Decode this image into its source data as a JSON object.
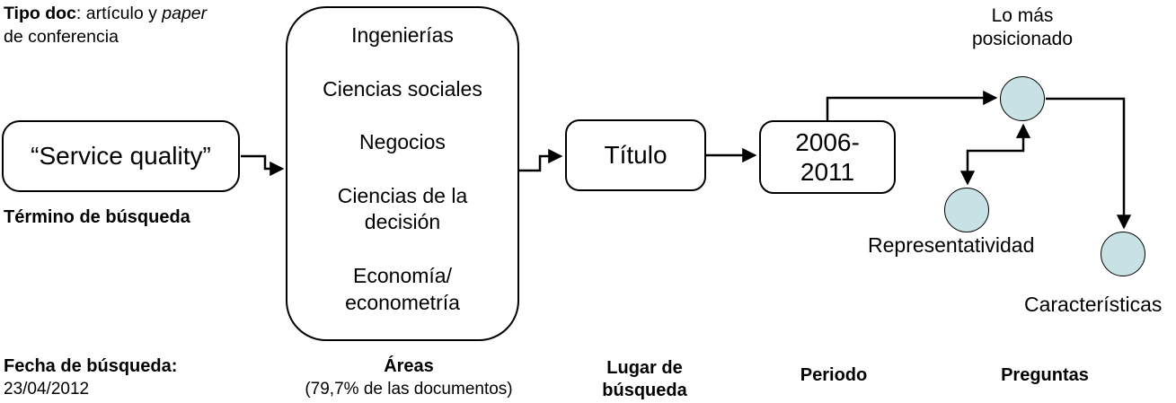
{
  "colors": {
    "circle_fill": "#c8e1e4",
    "stroke": "#000000",
    "background": "#ffffff"
  },
  "note": {
    "part_bold": "Tipo doc",
    "part_regular": ": artículo y ",
    "part_italic": "paper",
    "line2": "de conferencia"
  },
  "search_term": {
    "box_text": "“Service quality”",
    "label": "Término de búsqueda"
  },
  "areas": {
    "items": [
      "Ingenierías",
      "Ciencias sociales",
      "Negocios",
      "Ciencias de la\ndecisión",
      "Economía/\neconometría"
    ]
  },
  "titulo": {
    "box_text": "Título"
  },
  "period": {
    "box_text": "2006-\n2011"
  },
  "questions": {
    "lo_mas": "Lo más\nposicionado",
    "representatividad": "Representatividad",
    "caracteristicas": "Características"
  },
  "footer": {
    "fecha_label": "Fecha de búsqueda:",
    "fecha_value": "23/04/2012",
    "areas_title": "Áreas",
    "areas_subtitle": "(79,7% de las documentos)",
    "lugar": "Lugar de\nbúsqueda",
    "periodo": "Periodo",
    "preguntas": "Preguntas"
  }
}
